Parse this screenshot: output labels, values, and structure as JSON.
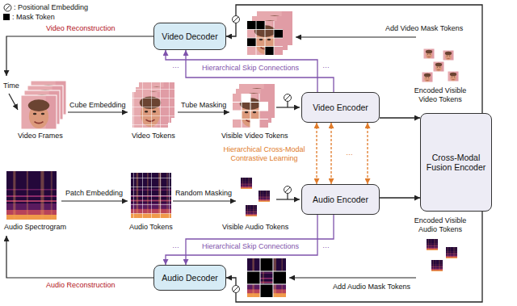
{
  "diagram": {
    "nodes": [
      {
        "text": [
          "Video Decoder"
        ]
      },
      {
        "text": [
          "Video Encoder"
        ]
      },
      {
        "text": [
          "Cross-Modal Fusion Encoder"
        ]
      },
      {
        "text": [
          "Audio Encoder"
        ]
      },
      {
        "text": [
          "Audio Decoder"
        ]
      }
    ],
    "edges": [
      {
        "from": 1,
        "to": 0,
        "arrow": "to",
        "label": "Hierarchical Skip Connections"
      },
      {
        "from": 1,
        "to": 3,
        "arrow": "both",
        "label": "Hierarchical Cross-Modal Contrastive Learning"
      },
      {
        "from": 1,
        "to": 2,
        "arrow": "to"
      },
      {
        "from": 3,
        "to": 2,
        "arrow": "to"
      },
      {
        "from": 2,
        "to": 0,
        "arrow": "to"
      },
      {
        "from": 2,
        "to": 4,
        "arrow": "to"
      },
      {
        "from": 3,
        "to": 4,
        "arrow": "to",
        "label": "Hierarchical Skip Connections"
      }
    ],
    "labels": [
      "Video Reconstruction",
      "Add Video Mask Tokens",
      "Encoded Visible Video Tokens",
      "Time",
      "Cube Embedding",
      "Tube Masking",
      "Video Frames",
      "Video Tokens",
      "Visible Video Tokens",
      "Audio Spectrogram",
      "Patch Embedding",
      "Random Masking",
      "Audio Tokens",
      "Visible Audio Tokens",
      "Audio Reconstruction",
      "Add Audio Mask Tokens",
      "Encoded Visible Audio Tokens",
      "…",
      "…",
      "…",
      "…",
      "…"
    ],
    "legend": [
      {
        "text": ": Positional Embedding"
      },
      {
        "text": ": Mask Token",
        "color": "#000000"
      }
    ]
  }
}
